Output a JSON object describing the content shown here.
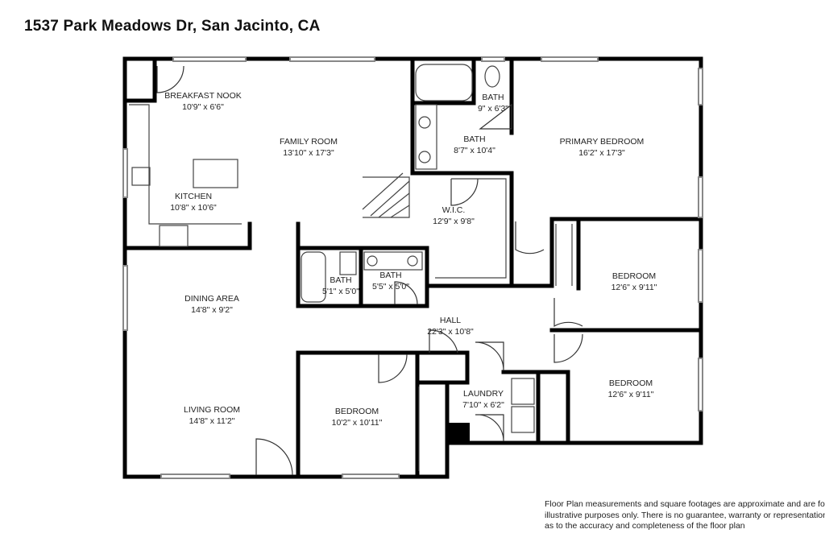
{
  "title": "1537 Park Meadows Dr, San Jacinto, CA",
  "rooms": [
    {
      "id": "breakfast-nook",
      "name": "BREAKFAST NOOK",
      "dims": "10'9\" x 6'6\""
    },
    {
      "id": "family-room",
      "name": "FAMILY ROOM",
      "dims": "13'10\" x 17'3\""
    },
    {
      "id": "kitchen",
      "name": "KITCHEN",
      "dims": "10'8\" x 10'6\""
    },
    {
      "id": "primary-bath-small",
      "name": "BATH",
      "dims": "9\" x 6'3\""
    },
    {
      "id": "primary-bath",
      "name": "BATH",
      "dims": "8'7\" x 10'4\""
    },
    {
      "id": "primary-bedroom",
      "name": "PRIMARY BEDROOM",
      "dims": "16'2\" x 17'3\""
    },
    {
      "id": "wic",
      "name": "W.I.C.",
      "dims": "12'9\" x 9'8\""
    },
    {
      "id": "bedroom-2",
      "name": "BEDROOM",
      "dims": "12'6\" x 9'11\""
    },
    {
      "id": "dining-area",
      "name": "DINING AREA",
      "dims": "14'8\" x 9'2\""
    },
    {
      "id": "bath-2",
      "name": "BATH",
      "dims": "5'1\" x 5'0\""
    },
    {
      "id": "bath-3",
      "name": "BATH",
      "dims": "5'5\" x 5'0\""
    },
    {
      "id": "hall",
      "name": "HALL",
      "dims": "22'3\" x 10'8\""
    },
    {
      "id": "bedroom-3",
      "name": "BEDROOM",
      "dims": "12'6\" x 9'11\""
    },
    {
      "id": "laundry",
      "name": "LAUNDRY",
      "dims": "7'10\" x 6'2\""
    },
    {
      "id": "living-room",
      "name": "LIVING ROOM",
      "dims": "14'8\" x 11'2\""
    },
    {
      "id": "bedroom-4",
      "name": "BEDROOM",
      "dims": "10'2\" x 10'11\""
    }
  ],
  "disclaimer": [
    "Floor Plan measurements and square footages are approximate and are for",
    "illustrative purposes only. There is no guarantee, warranty or representation",
    "as to the accuracy and completeness of the floor plan"
  ],
  "colors": {
    "wall": "#000000",
    "fixture": "#555555",
    "background": "#ffffff"
  }
}
